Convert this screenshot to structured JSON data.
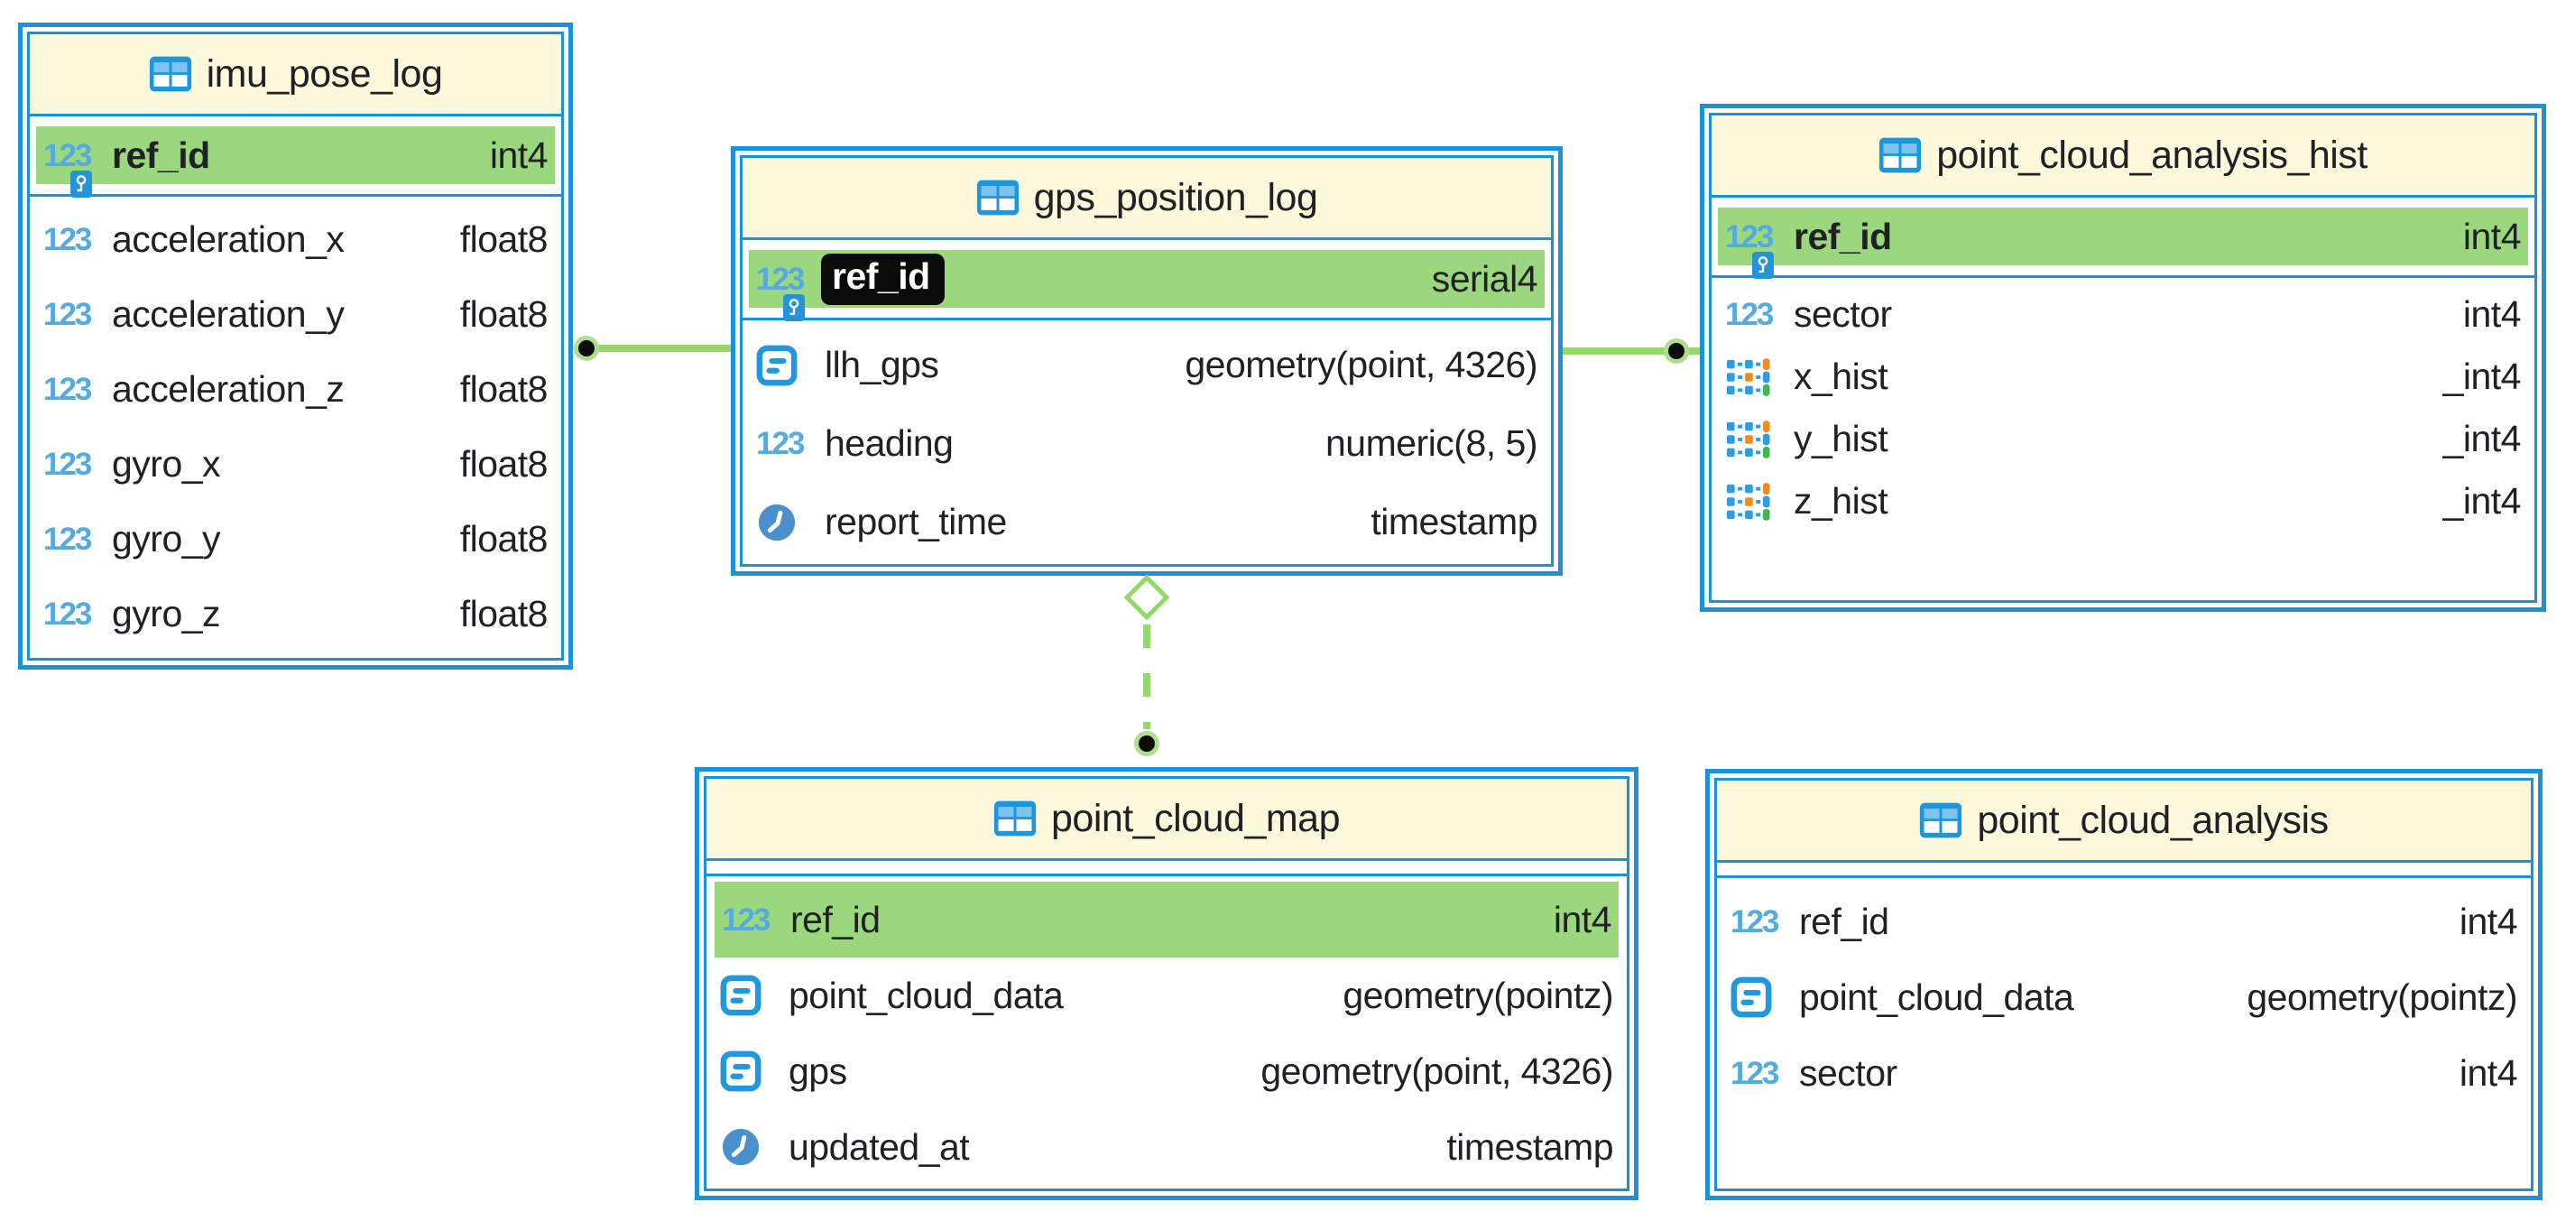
{
  "icons": {
    "numeric_glyph": "123"
  },
  "tables": [
    {
      "name": "imu_pose_log",
      "pk": [
        {
          "name": "ref_id",
          "type": "int4"
        }
      ],
      "cols": [
        {
          "name": "acceleration_x",
          "type": "float8"
        },
        {
          "name": "acceleration_y",
          "type": "float8"
        },
        {
          "name": "acceleration_z",
          "type": "float8"
        },
        {
          "name": "gyro_x",
          "type": "float8"
        },
        {
          "name": "gyro_y",
          "type": "float8"
        },
        {
          "name": "gyro_z",
          "type": "float8"
        }
      ]
    },
    {
      "name": "gps_position_log",
      "pk": [
        {
          "name": "ref_id",
          "type": "serial4",
          "selected": true
        }
      ],
      "cols": [
        {
          "name": "llh_gps",
          "type": "geometry(point, 4326)"
        },
        {
          "name": "heading",
          "type": "numeric(8, 5)"
        },
        {
          "name": "report_time",
          "type": "timestamp"
        }
      ]
    },
    {
      "name": "point_cloud_analysis_hist",
      "pk": [
        {
          "name": "ref_id",
          "type": "int4"
        }
      ],
      "cols": [
        {
          "name": "sector",
          "type": "int4"
        },
        {
          "name": "x_hist",
          "type": "_int4"
        },
        {
          "name": "y_hist",
          "type": "_int4"
        },
        {
          "name": "z_hist",
          "type": "_int4"
        }
      ]
    },
    {
      "name": "point_cloud_map",
      "pk": [],
      "cols": [
        {
          "name": "ref_id",
          "type": "int4",
          "highlighted": true
        },
        {
          "name": "point_cloud_data",
          "type": "geometry(pointz)"
        },
        {
          "name": "gps",
          "type": "geometry(point, 4326)"
        },
        {
          "name": "updated_at",
          "type": "timestamp"
        }
      ]
    },
    {
      "name": "point_cloud_analysis",
      "pk": [],
      "cols": [
        {
          "name": "ref_id",
          "type": "int4"
        },
        {
          "name": "point_cloud_data",
          "type": "geometry(pointz)"
        },
        {
          "name": "sector",
          "type": "int4"
        }
      ]
    }
  ],
  "connections": [
    {
      "from": "gps_position_log",
      "to": "imu_pose_log",
      "style": "solid",
      "end_marker": "filled-dot"
    },
    {
      "from": "gps_position_log",
      "to": "point_cloud_analysis_hist",
      "style": "solid",
      "end_marker": "filled-dot"
    },
    {
      "from": "gps_position_log",
      "to": "point_cloud_map",
      "style": "dashed",
      "start_marker": "open-diamond",
      "end_marker": "filled-dot"
    }
  ],
  "colors": {
    "table_border": "#1b91d8",
    "header_fill": "#fbf8dc",
    "key_row_fill": "#9bd77c",
    "connector_green": "#93d967",
    "numeric_icon_blue": "#55abdf",
    "icon_blue": "#1f98df",
    "clock_icon_blue": "#4a90cc",
    "array_icon_orange": "#f08c1d",
    "array_icon_green": "#43b649",
    "selection_fill": "#0b0b0b",
    "background": "#ffffff"
  }
}
